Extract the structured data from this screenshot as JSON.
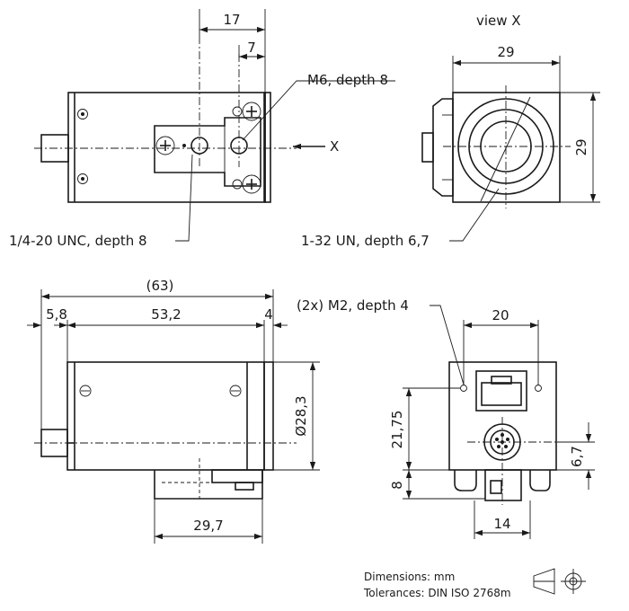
{
  "dims": {
    "d17": "17",
    "d7": "7",
    "d29w": "29",
    "d29h": "29",
    "d63": "(63)",
    "d58": "5,8",
    "d532": "53,2",
    "d4": "4",
    "d283": "Ø28,3",
    "d297": "29,7",
    "d20": "20",
    "d2175": "21,75",
    "d8": "8",
    "d67": "6,7",
    "d14": "14"
  },
  "labels": {
    "view_x": "view X",
    "arrow_x": "X",
    "m6": "M6, depth 8",
    "unc": "1/4-20 UNC, depth 8",
    "un132": "1-32 UN, depth 6,7",
    "m2": "(2x) M2, depth 4"
  },
  "footer": {
    "dimensions": "Dimensions: mm",
    "tolerances": "Tolerances: DIN ISO 2768m"
  }
}
